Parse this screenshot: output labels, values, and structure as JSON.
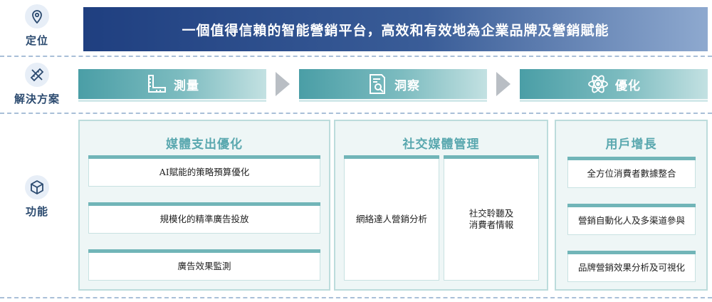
{
  "rows": {
    "positioning": {
      "label": "定位",
      "icon": "location-pin-icon"
    },
    "solution": {
      "label": "解決方案",
      "icon": "ruler-pencil-icon"
    },
    "function": {
      "label": "功能",
      "icon": "cube-icon"
    }
  },
  "banner": {
    "text": "一個值得信賴的智能營銷平台，高效和有效地為企業品牌及營銷賦能"
  },
  "stages": [
    {
      "label": "測量",
      "icon": "ruler-icon"
    },
    {
      "label": "洞察",
      "icon": "document-search-icon"
    },
    {
      "label": "優化",
      "icon": "atom-icon"
    }
  ],
  "panels": [
    {
      "title": "媒體支出優化",
      "items": [
        "AI賦能的策略預算優化",
        "規模化的精準廣告投放",
        "廣告效果監測"
      ]
    },
    {
      "title": "社交媒體管理",
      "items": [
        "網絡達人營銷分析",
        "社交聆聽及\n消費者情報"
      ]
    },
    {
      "title": "用戶增長",
      "items": [
        "全方位消費者數據整合",
        "營銷自動化人及多渠道參與",
        "品牌營銷效果分析及可視化"
      ]
    }
  ],
  "colors": {
    "banner_start": "#1f3f80",
    "stage_teal": "#4a9ea6",
    "panel_title": "#5aa8af",
    "row_text": "#2b4a6f"
  }
}
